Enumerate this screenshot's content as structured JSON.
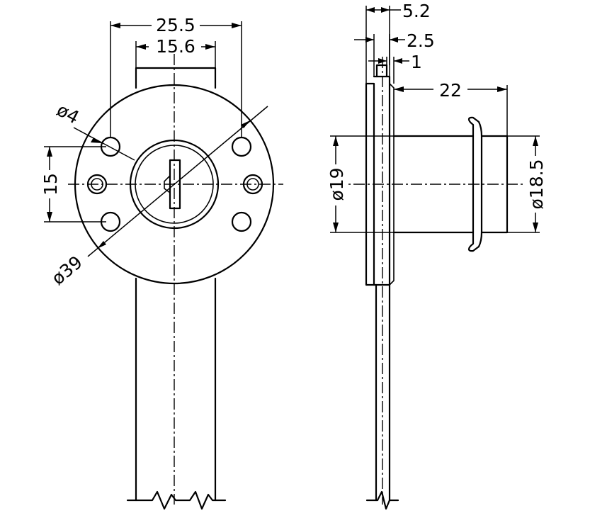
{
  "front_view": {
    "dim_bolt_span": "25.5",
    "dim_bar_width": "15.6",
    "dim_hole_pitch": "15",
    "dim_hole_dia": "ø4",
    "dim_flange_dia": "ø39"
  },
  "side_view": {
    "dim_flange_total": "5.2",
    "dim_flange_thick": "2.5",
    "dim_step": "1",
    "dim_body_length": "22",
    "dim_body_dia": "ø19",
    "dim_bezel_dia": "ø18.5"
  }
}
